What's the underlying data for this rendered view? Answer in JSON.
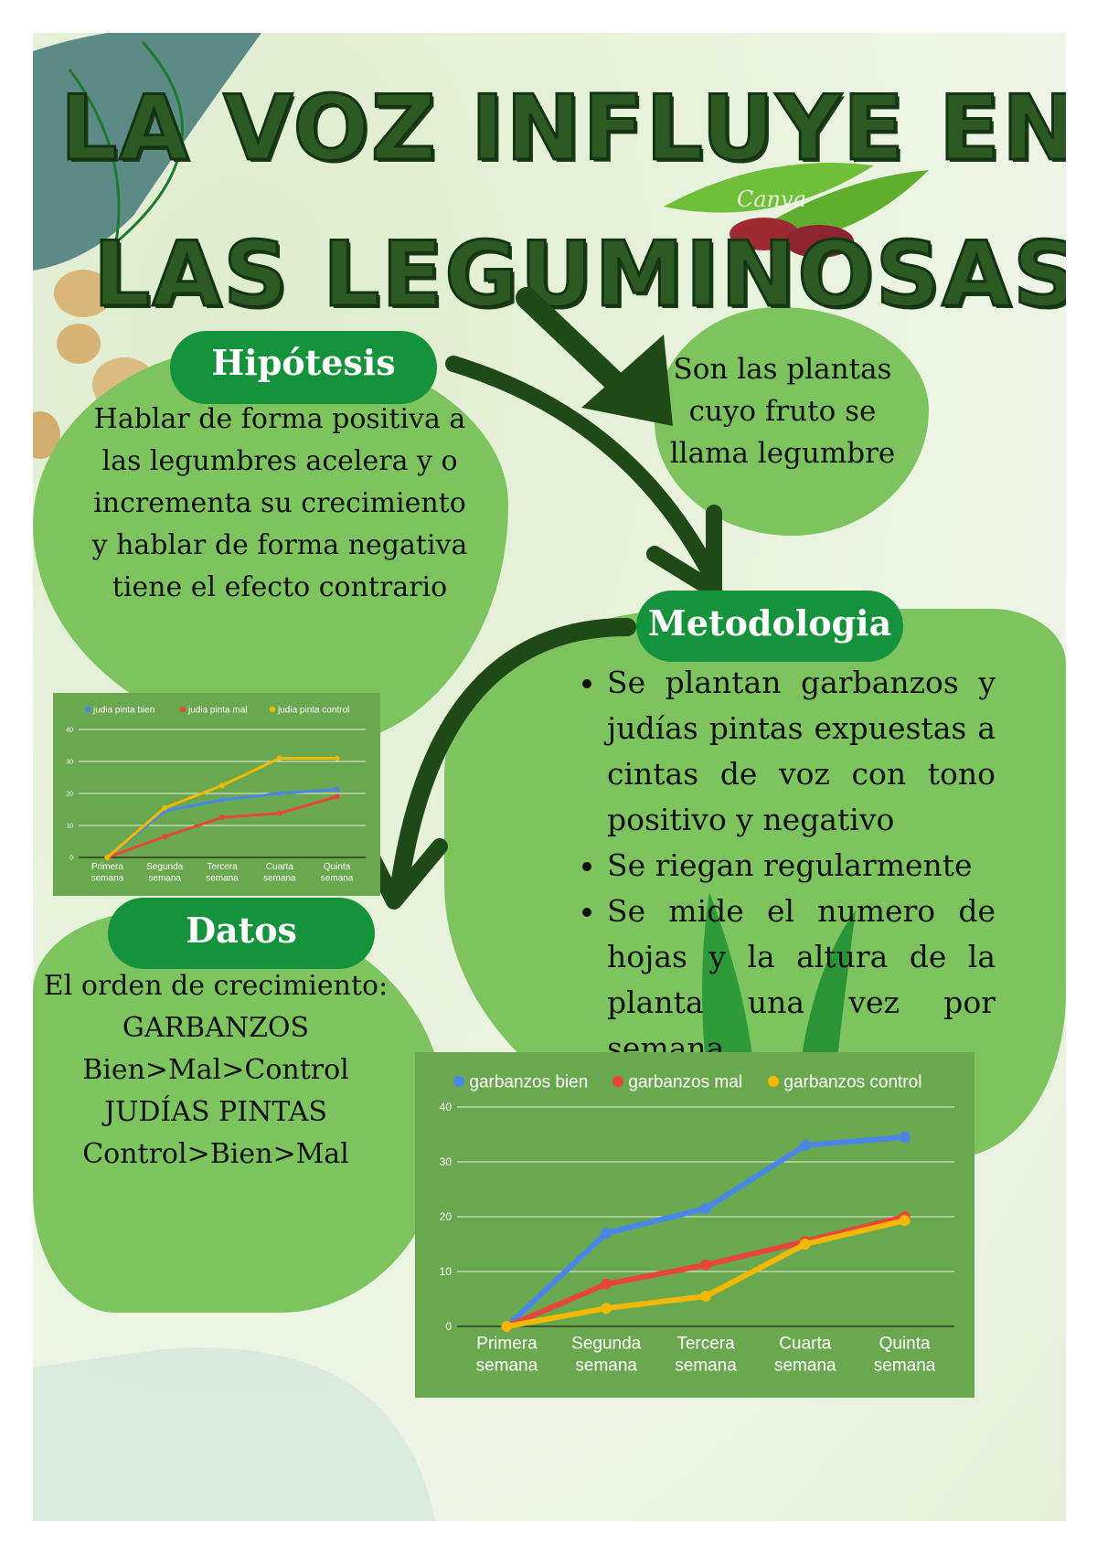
{
  "title": {
    "line1": "LA VOZ INFLUYE EN",
    "line2": "LAS LEGUMINOSAS",
    "watermark": "Canva"
  },
  "definition": {
    "lines": [
      "Son las plantas",
      "cuyo fruto se",
      "llama legumbre"
    ]
  },
  "hypothesis": {
    "heading": "Hipótesis",
    "lines": [
      "Hablar de forma positiva a",
      "las legumbres acelera y o",
      "incrementa su crecimiento",
      "y  hablar de forma negativa",
      "tiene el efecto contrario"
    ]
  },
  "methodology": {
    "heading": "Metodologia",
    "items": [
      "Se plantan  garbanzos y judías pintas expuestas a cintas de voz con tono positivo y negativo",
      "Se riegan regularmente",
      "Se mide el numero de hojas y la altura de la planta una vez  por semana"
    ]
  },
  "data_section": {
    "heading": "Datos",
    "lines": [
      "El orden de crecimiento:",
      "GARBANZOS",
      "Bien>Mal>Control",
      "JUDÍAS PINTAS",
      "Control>Bien>Mal"
    ]
  },
  "colors": {
    "blue": "#4a86e8",
    "red": "#e8453c",
    "yellow": "#f5b800",
    "chart_bg": "#6aa84f",
    "pill": "#15923c",
    "blob": "#7dc45f",
    "title": "#2d5a22",
    "arrow": "#1f4a18"
  },
  "chart_data": [
    {
      "type": "line",
      "categories": [
        [
          "Primera",
          "semana"
        ],
        [
          "Segunda",
          "semana"
        ],
        [
          "Tercera",
          "semana"
        ],
        [
          "Cuarta",
          "semana"
        ],
        [
          "Quinta",
          "semana"
        ]
      ],
      "yticks": [
        "0",
        "10",
        "20",
        "30",
        "40"
      ],
      "ylim": [
        0,
        40
      ],
      "grid": true,
      "legend": "top",
      "series": [
        {
          "name": "judia pinta bien",
          "color": "#4a86e8",
          "values": [
            0,
            14.5,
            18,
            20,
            21.2
          ]
        },
        {
          "name": "judia pinta mal",
          "color": "#e8453c",
          "values": [
            0,
            6.5,
            12.5,
            13.8,
            19
          ]
        },
        {
          "name": "judia pinta control",
          "color": "#f5b800",
          "values": [
            0,
            15.5,
            22.5,
            31,
            31
          ]
        }
      ]
    },
    {
      "type": "line",
      "categories": [
        [
          "Primera",
          "semana"
        ],
        [
          "Segunda",
          "semana"
        ],
        [
          "Tercera",
          "semana"
        ],
        [
          "Cuarta",
          "semana"
        ],
        [
          "Quinta",
          "semana"
        ]
      ],
      "yticks": [
        "0",
        "10",
        "20",
        "30",
        "40"
      ],
      "ylim": [
        0,
        40
      ],
      "grid": true,
      "legend": "top",
      "series": [
        {
          "name": "garbanzos bien",
          "color": "#4a86e8",
          "values": [
            0,
            17,
            21.5,
            33,
            34.5
          ]
        },
        {
          "name": "garbanzos mal",
          "color": "#e8453c",
          "values": [
            0,
            7.7,
            11.2,
            15.5,
            20
          ]
        },
        {
          "name": "garbanzos control",
          "color": "#f5b800",
          "values": [
            0,
            3.3,
            5.5,
            15,
            19.3
          ]
        }
      ]
    }
  ]
}
